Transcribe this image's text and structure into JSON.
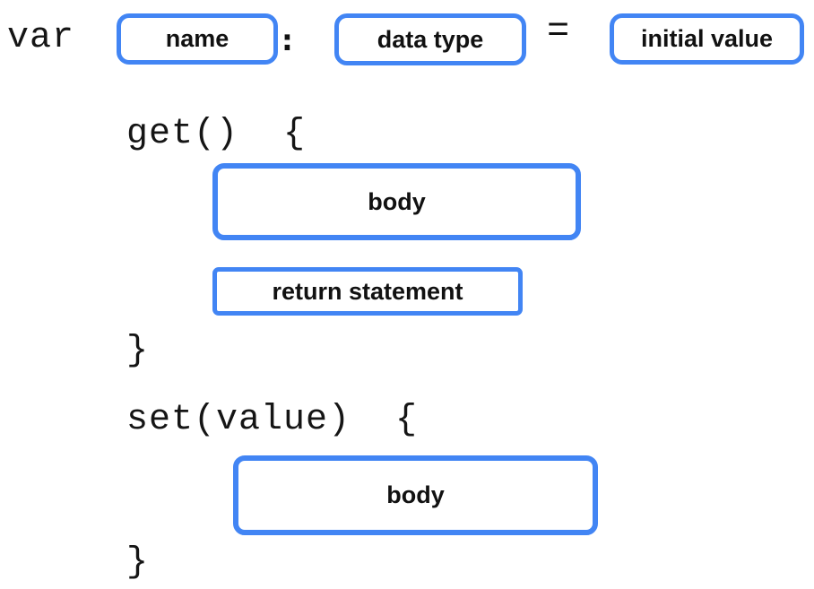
{
  "colors": {
    "accent_blue": "#4285F4",
    "text_black": "#111111",
    "background": "#ffffff"
  },
  "declaration": {
    "keyword": "var",
    "name_placeholder": "name",
    "colon": ":",
    "data_type_placeholder": "data type",
    "equals": "=",
    "initial_value_placeholder": "initial value"
  },
  "getter": {
    "signature": "get()  {",
    "body_placeholder": "body",
    "return_placeholder": "return statement",
    "closing_brace": "}"
  },
  "setter": {
    "signature": "set(value)  {",
    "body_placeholder": "body",
    "closing_brace": "}"
  }
}
